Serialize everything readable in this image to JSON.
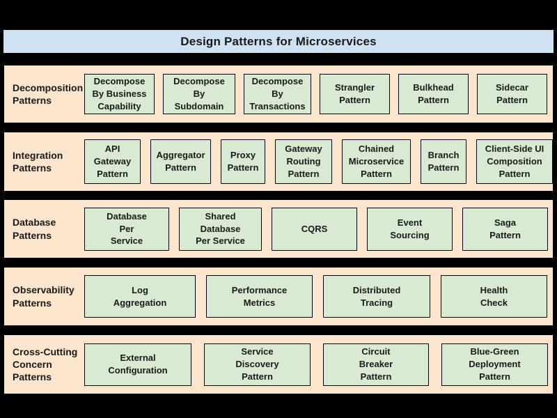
{
  "title": "Design Patterns for Microservices",
  "colors": {
    "background": "#000000",
    "title_bar": "#cfe2f3",
    "row_band": "#fce5cd",
    "pattern_box": "#d9ead3",
    "border": "#000000",
    "text": "#1a1a1a"
  },
  "rows": [
    {
      "label": "Decomposition\nPatterns",
      "boxes": [
        "Decompose\nBy Business\nCapability",
        "Decompose\nBy\nSubdomain",
        "Decompose\nBy\nTransactions",
        "Strangler\nPattern",
        "Bulkhead\nPattern",
        "Sidecar\nPattern"
      ]
    },
    {
      "label": "Integration\nPatterns",
      "boxes": [
        "API\nGateway\nPattern",
        "Aggregator\nPattern",
        "Proxy\nPattern",
        "Gateway\nRouting\nPattern",
        "Chained\nMicroservice\nPattern",
        "Branch\nPattern",
        "Client-Side UI\nComposition\nPattern"
      ]
    },
    {
      "label": "Database\nPatterns",
      "boxes": [
        "Database\nPer\nService",
        "Shared\nDatabase\nPer Service",
        "CQRS",
        "Event\nSourcing",
        "Saga\nPattern"
      ]
    },
    {
      "label": "Observability\nPatterns",
      "boxes": [
        "Log\nAggregation",
        "Performance\nMetrics",
        "Distributed\nTracing",
        "Health\nCheck"
      ]
    },
    {
      "label": "Cross-Cutting\nConcern\nPatterns",
      "boxes": [
        "External\nConfiguration",
        "Service\nDiscovery\nPattern",
        "Circuit\nBreaker\nPattern",
        "Blue-Green\nDeployment\nPattern"
      ]
    }
  ]
}
